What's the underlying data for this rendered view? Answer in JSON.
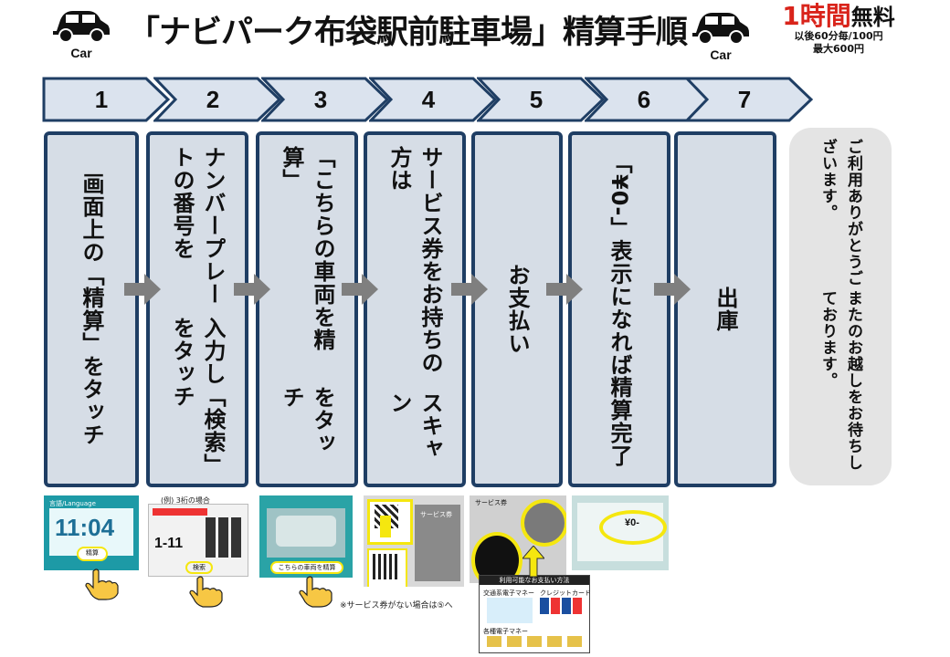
{
  "header": {
    "title": "「ナビパーク布袋駅前駐車場」精算手順",
    "car_label": "Car",
    "promo_hour": "1時間",
    "promo_free": "無料",
    "promo_rate": "以後60分毎/100円",
    "promo_max": "最大600円"
  },
  "steps": [
    {
      "number": "1",
      "lines": [
        "画面上の「精算」をタッチ"
      ]
    },
    {
      "number": "2",
      "lines": [
        "ナンバープレートの番号を",
        "入力し「検索」をタッチ"
      ]
    },
    {
      "number": "3",
      "lines": [
        "「こちらの車両を精算」",
        "をタッチ"
      ]
    },
    {
      "number": "4",
      "lines": [
        "サービス券をお持ちの方は",
        "スキャン"
      ]
    },
    {
      "number": "5",
      "lines": [
        "お支払い"
      ]
    },
    {
      "number": "6",
      "lines": [
        "「¥0-」表示になれば",
        "精算完了"
      ]
    },
    {
      "number": "7",
      "lines": [
        "出庫"
      ]
    }
  ],
  "final_message": {
    "lines": [
      "ご利用ありがとうございます。",
      "またのお越しをお待ちしております。"
    ]
  },
  "photos": {
    "p1": {
      "clock": "11:04",
      "button": "精算",
      "header": "言語/Language"
    },
    "p2": {
      "caption": "(例) 3桁の場合",
      "digits": "1-11",
      "button": "検索"
    },
    "p3": {
      "button": "こちらの車両を精算"
    },
    "p4": {
      "label": "サービス券"
    },
    "p5": {
      "label": "サービス券",
      "payment_title": "利用可能なお支払い方法",
      "card_label": "クレジットカード",
      "ic_label": "交通系電子マネー",
      "emoney_label": "各種電子マネー"
    },
    "p6": {
      "amount": "¥0-"
    }
  },
  "note": "※サービス券がない場合は⑤へ",
  "colors": {
    "box_border": "#1f3e64",
    "box_fill": "#d6dde6",
    "chevron_fill": "#dbe3ee",
    "arrow": "#7f7f7f",
    "highlight": "#f5e70f",
    "accent_red": "#d9241b",
    "teal_screen": "#1d9aa6"
  }
}
